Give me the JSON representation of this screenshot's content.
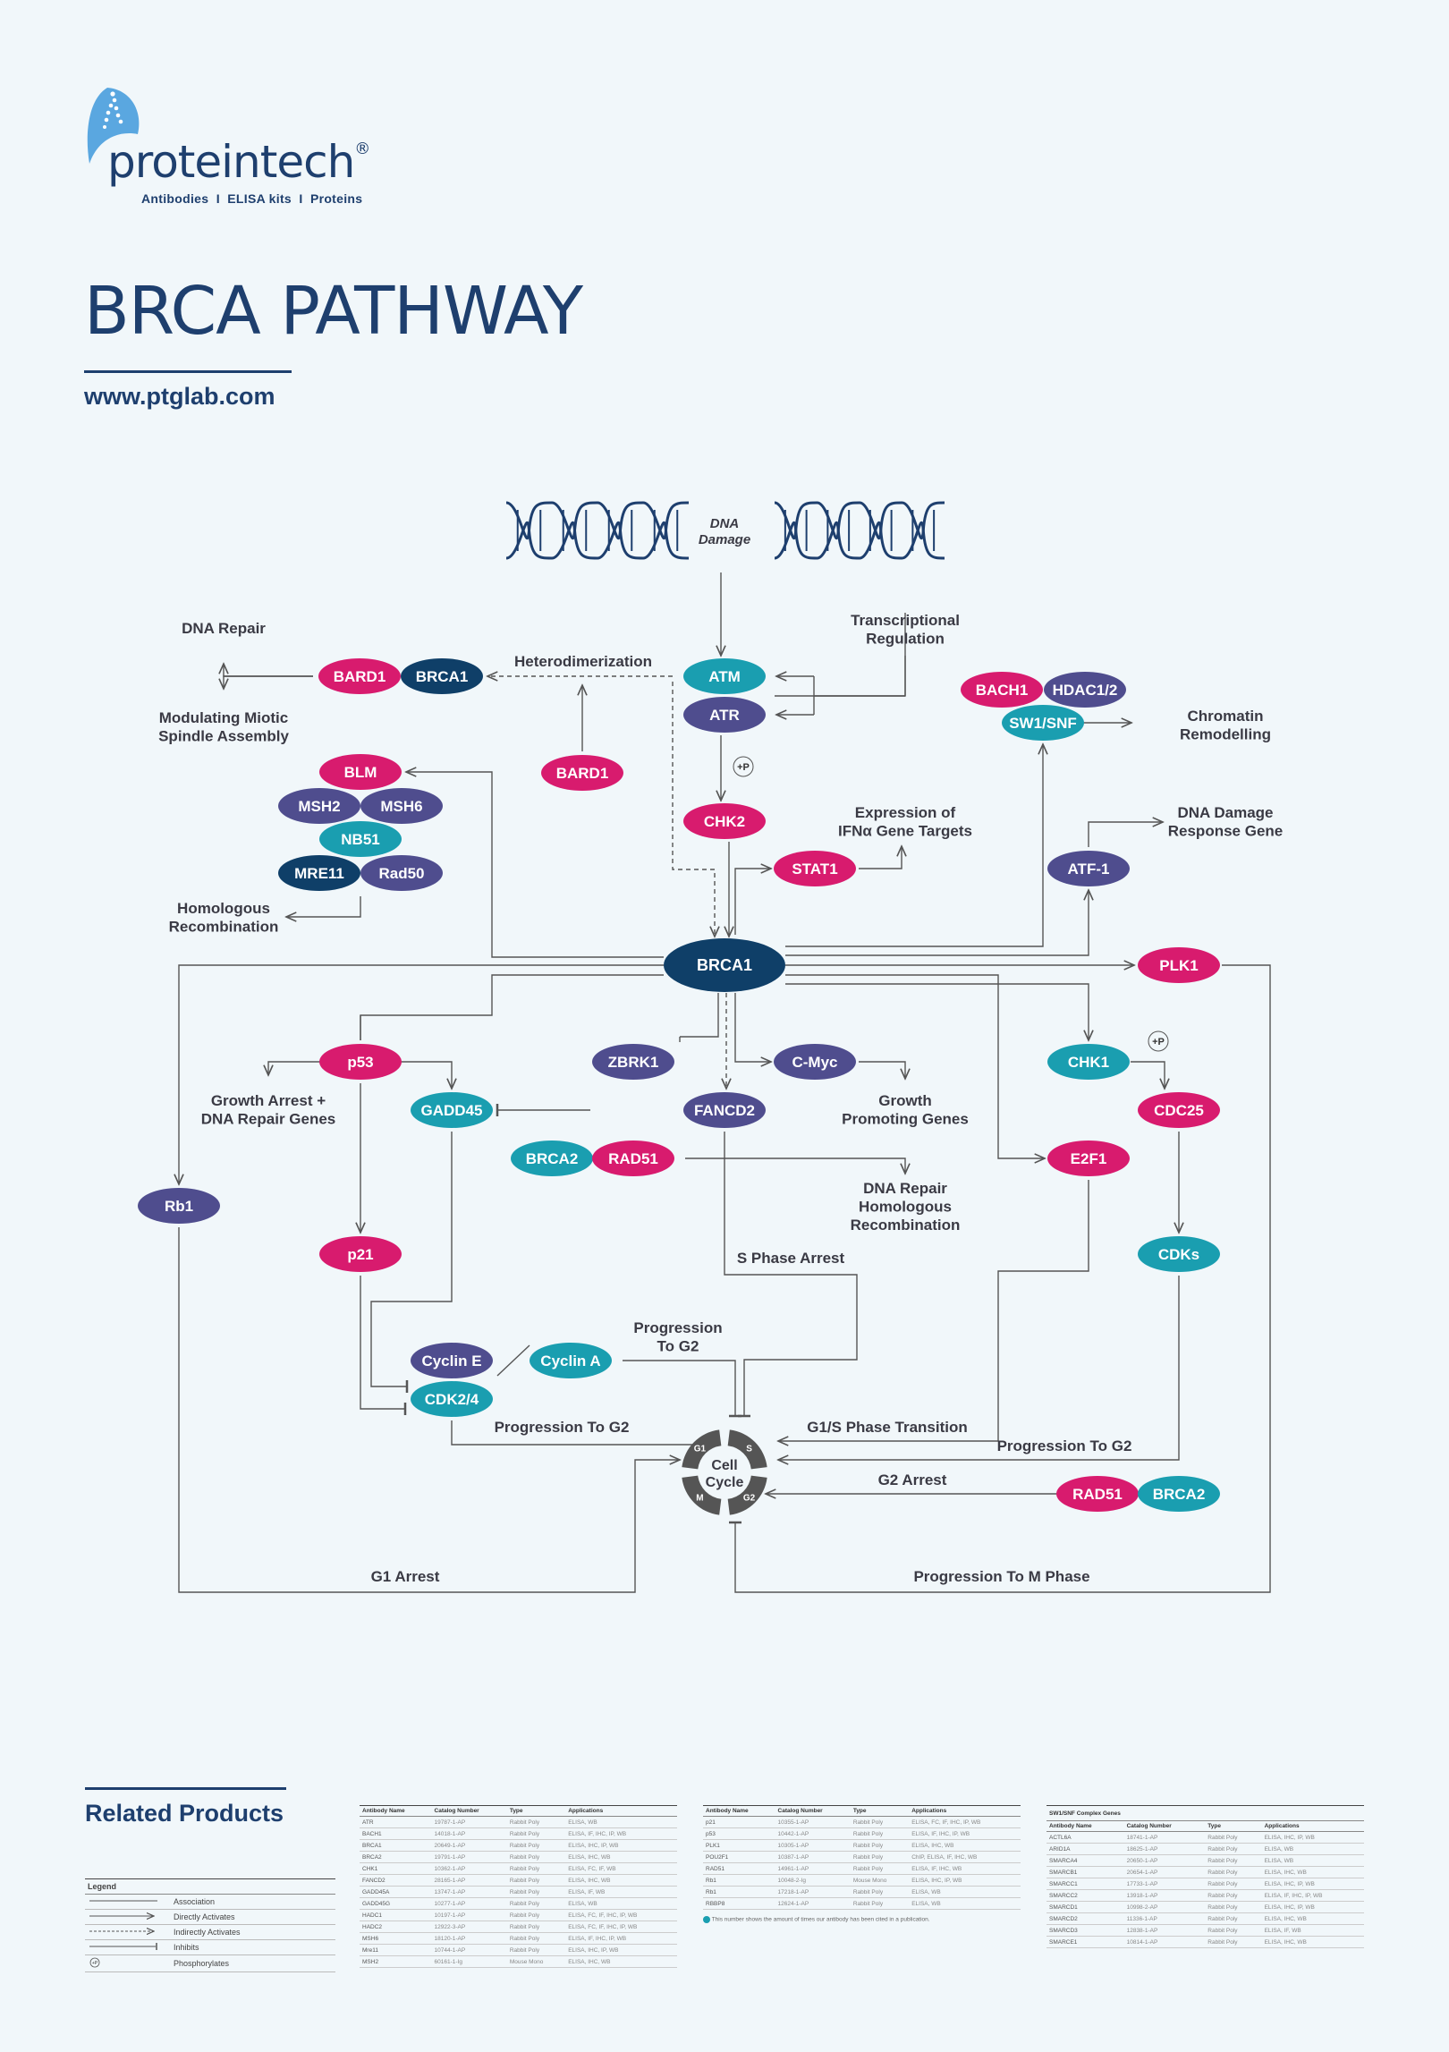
{
  "header": {
    "brand_name": "proteintech",
    "brand_mark": "®",
    "tagline": "Antibodies  I  ELISA kits  I  Proteins",
    "title": "BRCA PATHWAY",
    "url": "www.ptglab.com"
  },
  "colors": {
    "magenta": "#d81b6e",
    "teal": "#1a9eb0",
    "purple": "#4f4d8e",
    "navy": "#0f3f68",
    "line": "#555555",
    "text": "#3a3a44"
  },
  "dna_label": "DNA\nDamage",
  "nodes": [
    {
      "id": "bard1_top",
      "label": "BARD1",
      "color": "magenta"
    },
    {
      "id": "brca1_top",
      "label": "BRCA1",
      "color": "navy"
    },
    {
      "id": "atm",
      "label": "ATM",
      "color": "teal"
    },
    {
      "id": "atr",
      "label": "ATR",
      "color": "purple"
    },
    {
      "id": "bach1",
      "label": "BACH1",
      "color": "magenta"
    },
    {
      "id": "hdac",
      "label": "HDAC1/2",
      "color": "purple"
    },
    {
      "id": "swisnf",
      "label": "SW1/SNF",
      "color": "teal"
    },
    {
      "id": "bard1_mid",
      "label": "BARD1",
      "color": "magenta"
    },
    {
      "id": "blm",
      "label": "BLM",
      "color": "magenta"
    },
    {
      "id": "msh2",
      "label": "MSH2",
      "color": "purple"
    },
    {
      "id": "msh6",
      "label": "MSH6",
      "color": "purple"
    },
    {
      "id": "nbs1",
      "label": "NB51",
      "color": "teal"
    },
    {
      "id": "mre11",
      "label": "MRE11",
      "color": "navy"
    },
    {
      "id": "rad50",
      "label": "Rad50",
      "color": "purple"
    },
    {
      "id": "chk2",
      "label": "CHK2",
      "color": "magenta"
    },
    {
      "id": "stat1",
      "label": "STAT1",
      "color": "magenta"
    },
    {
      "id": "atf1",
      "label": "ATF-1",
      "color": "purple"
    },
    {
      "id": "brca1_main",
      "label": "BRCA1",
      "color": "navy"
    },
    {
      "id": "plk1",
      "label": "PLK1",
      "color": "magenta"
    },
    {
      "id": "p53",
      "label": "p53",
      "color": "magenta"
    },
    {
      "id": "zbrk1",
      "label": "ZBRK1",
      "color": "purple"
    },
    {
      "id": "cmyc",
      "label": "C-Myc",
      "color": "purple"
    },
    {
      "id": "chk1",
      "label": "CHK1",
      "color": "teal"
    },
    {
      "id": "gadd45",
      "label": "GADD45",
      "color": "teal"
    },
    {
      "id": "fancd2",
      "label": "FANCD2",
      "color": "purple"
    },
    {
      "id": "cdc25",
      "label": "CDC25",
      "color": "magenta"
    },
    {
      "id": "brca2_mid",
      "label": "BRCA2",
      "color": "teal"
    },
    {
      "id": "rad51_mid",
      "label": "RAD51",
      "color": "magenta"
    },
    {
      "id": "e2f1",
      "label": "E2F1",
      "color": "magenta"
    },
    {
      "id": "rb1",
      "label": "Rb1",
      "color": "purple"
    },
    {
      "id": "p21",
      "label": "p21",
      "color": "magenta"
    },
    {
      "id": "cdks",
      "label": "CDKs",
      "color": "teal"
    },
    {
      "id": "cycline",
      "label": "Cyclin E",
      "color": "purple"
    },
    {
      "id": "cyclina",
      "label": "Cyclin A",
      "color": "teal"
    },
    {
      "id": "cdk24",
      "label": "CDK2/4",
      "color": "teal"
    },
    {
      "id": "rad51_bot",
      "label": "RAD51",
      "color": "magenta"
    },
    {
      "id": "brca2_bot",
      "label": "BRCA2",
      "color": "teal"
    }
  ],
  "labels": {
    "dna_repair": "DNA Repair",
    "spindle": "Modulating Miotic\nSpindle Assembly",
    "heterodimerization": "Heterodimerization",
    "transcriptional": "Transcriptional\nRegulation",
    "chromatin": "Chromatin\nRemodelling",
    "ifn": "Expression of\nIFNα Gene Targets",
    "dna_damage_response": "DNA Damage\nResponse Gene",
    "homologous": "Homologous\nRecombination",
    "growth_arrest": "Growth Arrest +\nDNA Repair Genes",
    "growth_promoting": "Growth\nPromoting Genes",
    "dna_repair_homologous": "DNA Repair\nHomologous\nRecombination",
    "s_phase_arrest": "S Phase Arrest",
    "progression_g2_a": "Progression\nTo G2",
    "progression_g2_b": "Progression To G2",
    "g1s_transition": "G1/S Phase Transition",
    "progression_g2_c": "Progression To G2",
    "g2_arrest": "G2 Arrest",
    "g1_arrest": "G1 Arrest",
    "progression_m": "Progression To M Phase",
    "cell_cycle": "Cell\nCycle",
    "phos": "+P"
  },
  "cycle_phases": [
    "G1",
    "S",
    "G2",
    "M"
  ],
  "related": {
    "title": "Related Products",
    "legend_title": "Legend",
    "legend": [
      "Association",
      "Directly Activates",
      "Indirectly Activates",
      "Inhibits",
      "Phosphorylates"
    ],
    "legend_phos_symbol": "+P",
    "columns": [
      "Antibody Name",
      "Catalog Number",
      "Type",
      "Applications"
    ],
    "table1": [
      [
        "ATR",
        "19787-1-AP",
        "Rabbit Poly",
        "ELISA, WB"
      ],
      [
        "BACH1",
        "14018-1-AP",
        "Rabbit Poly",
        "ELISA, IF, IHC, IP, WB"
      ],
      [
        "BRCA1",
        "20649-1-AP",
        "Rabbit Poly",
        "ELISA, IHC, IP, WB"
      ],
      [
        "BRCA2",
        "19791-1-AP",
        "Rabbit Poly",
        "ELISA, IHC, WB"
      ],
      [
        "CHK1",
        "10362-1-AP",
        "Rabbit Poly",
        "ELISA, FC, IF, WB"
      ],
      [
        "FANCD2",
        "28165-1-AP",
        "Rabbit Poly",
        "ELISA, IHC, WB"
      ],
      [
        "GADD45A",
        "13747-1-AP",
        "Rabbit Poly",
        "ELISA, IF, WB"
      ],
      [
        "GADD45G",
        "10277-1-AP",
        "Rabbit Poly",
        "ELISA, WB"
      ],
      [
        "HADC1",
        "10197-1-AP",
        "Rabbit Poly",
        "ELISA, FC, IF, IHC, IP, WB"
      ],
      [
        "HADC2",
        "12922-3-AP",
        "Rabbit Poly",
        "ELISA, FC, IF, IHC, IP, WB"
      ],
      [
        "MSH6",
        "18120-1-AP",
        "Rabbit Poly",
        "ELISA, IF, IHC, IP, WB"
      ],
      [
        "Mre11",
        "10744-1-AP",
        "Rabbit Poly",
        "ELISA, IHC, IP, WB"
      ],
      [
        "MSH2",
        "60161-1-Ig",
        "Mouse Mono",
        "ELISA, IHC, WB"
      ]
    ],
    "table2": [
      [
        "p21",
        "10355-1-AP",
        "Rabbit Poly",
        "ELISA, FC, IF, IHC, IP, WB"
      ],
      [
        "p53",
        "10442-1-AP",
        "Rabbit Poly",
        "ELISA, IF, IHC, IP, WB"
      ],
      [
        "PLK1",
        "10305-1-AP",
        "Rabbit Poly",
        "ELISA, IHC, WB"
      ],
      [
        "POU2F1",
        "10387-1-AP",
        "Rabbit Poly",
        "ChIP, ELISA, IF, IHC, WB"
      ],
      [
        "RAD51",
        "14961-1-AP",
        "Rabbit Poly",
        "ELISA, IF, IHC, WB"
      ],
      [
        "Rb1",
        "10048-2-Ig",
        "Mouse Mono",
        "ELISA, IHC, IP, WB"
      ],
      [
        "Rb1",
        "17218-1-AP",
        "Rabbit Poly",
        "ELISA, WB"
      ],
      [
        "RBBP8",
        "12624-1-AP",
        "Rabbit Poly",
        "ELISA, WB"
      ]
    ],
    "table2_footnote": "This number shows the amount of times our antibody has been cited in a publication.",
    "table3_title": "SW1/SNF Complex Genes",
    "table3": [
      [
        "ACTL6A",
        "18741-1-AP",
        "Rabbit Poly",
        "ELISA, IHC, IP, WB"
      ],
      [
        "ARID1A",
        "18625-1-AP",
        "Rabbit Poly",
        "ELISA, WB"
      ],
      [
        "SMARCA4",
        "20650-1-AP",
        "Rabbit Poly",
        "ELISA, WB"
      ],
      [
        "SMARCB1",
        "20654-1-AP",
        "Rabbit Poly",
        "ELISA, IHC, WB"
      ],
      [
        "SMARCC1",
        "17733-1-AP",
        "Rabbit Poly",
        "ELISA, IHC, IP, WB"
      ],
      [
        "SMARCC2",
        "13918-1-AP",
        "Rabbit Poly",
        "ELISA, IF, IHC, IP, WB"
      ],
      [
        "SMARCD1",
        "10998-2-AP",
        "Rabbit Poly",
        "ELISA, IHC, IP, WB"
      ],
      [
        "SMARCD2",
        "11336-1-AP",
        "Rabbit Poly",
        "ELISA, IHC, WB"
      ],
      [
        "SMARCD3",
        "12838-1-AP",
        "Rabbit Poly",
        "ELISA, IF, WB"
      ],
      [
        "SMARCE1",
        "10814-1-AP",
        "Rabbit Poly",
        "ELISA, IHC, WB"
      ]
    ]
  }
}
